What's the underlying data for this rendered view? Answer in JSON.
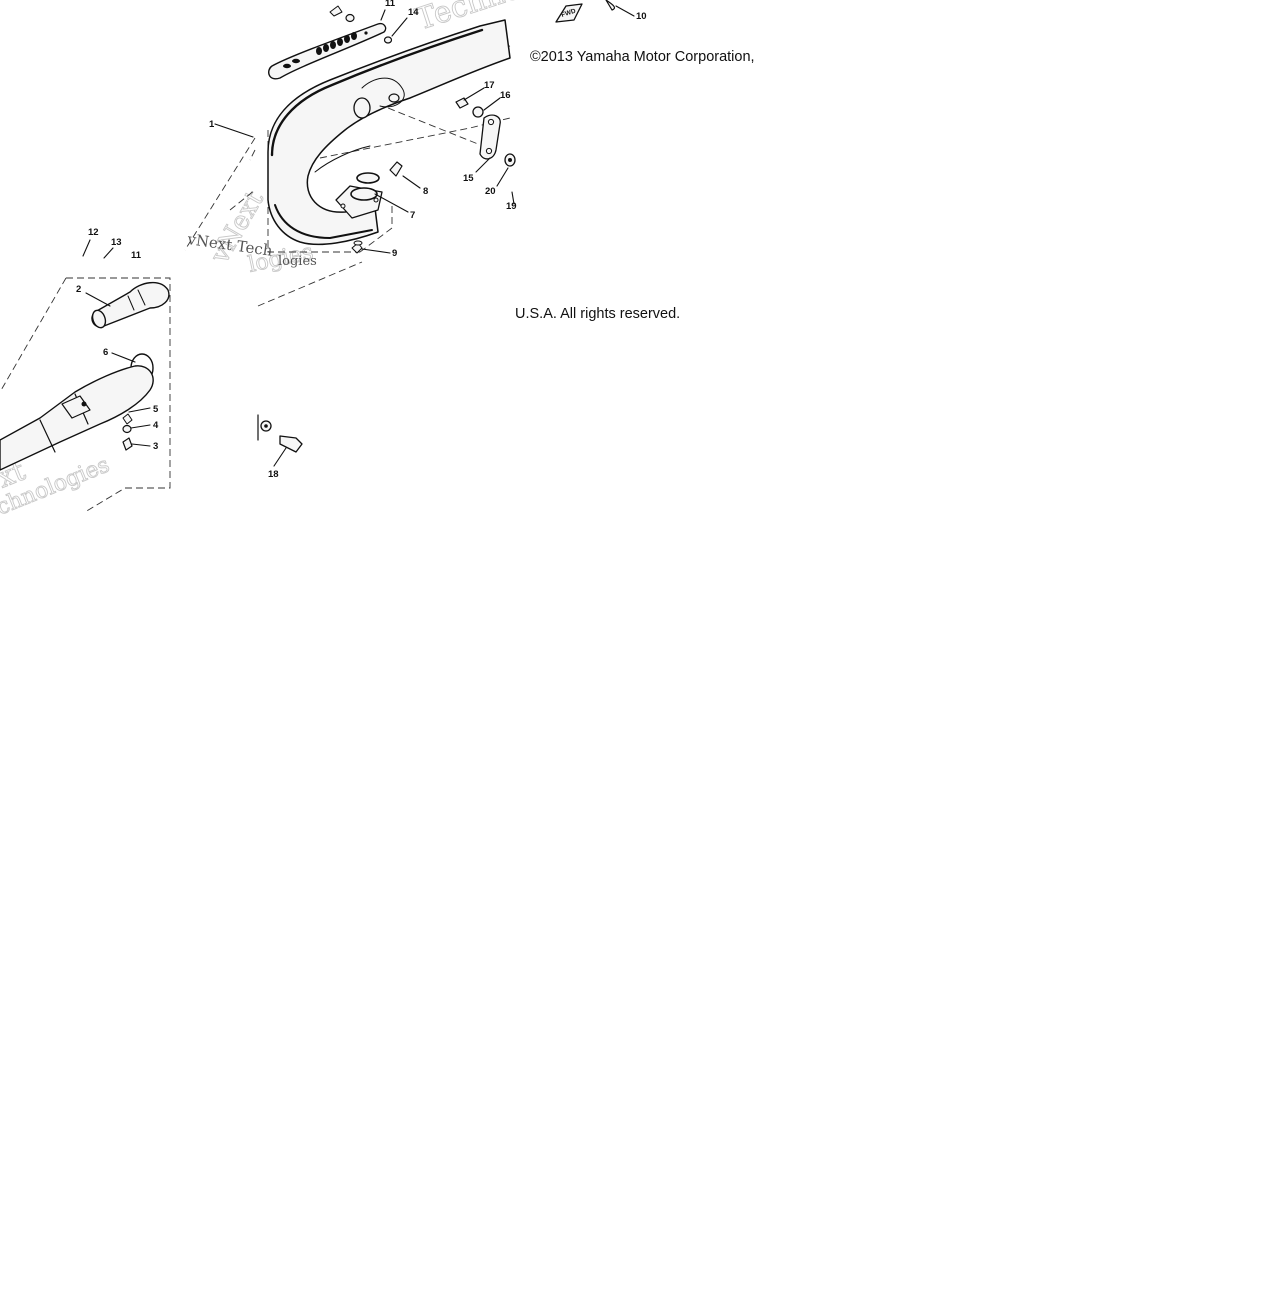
{
  "copyright": {
    "line1": "©2013 Yamaha Motor Corporation,",
    "line2": "U.S.A. All rights reserved."
  },
  "watermark": {
    "texts": [
      "vNext",
      "Tech",
      "Techno",
      "logies",
      "xt",
      "chnologies"
    ]
  },
  "fwd_tag": "FWD",
  "callouts": [
    "1",
    "2",
    "3",
    "4",
    "5",
    "6",
    "7",
    "8",
    "9",
    "10",
    "11",
    "12",
    "13",
    "14",
    "15",
    "16",
    "17",
    "18",
    "19",
    "20"
  ]
}
